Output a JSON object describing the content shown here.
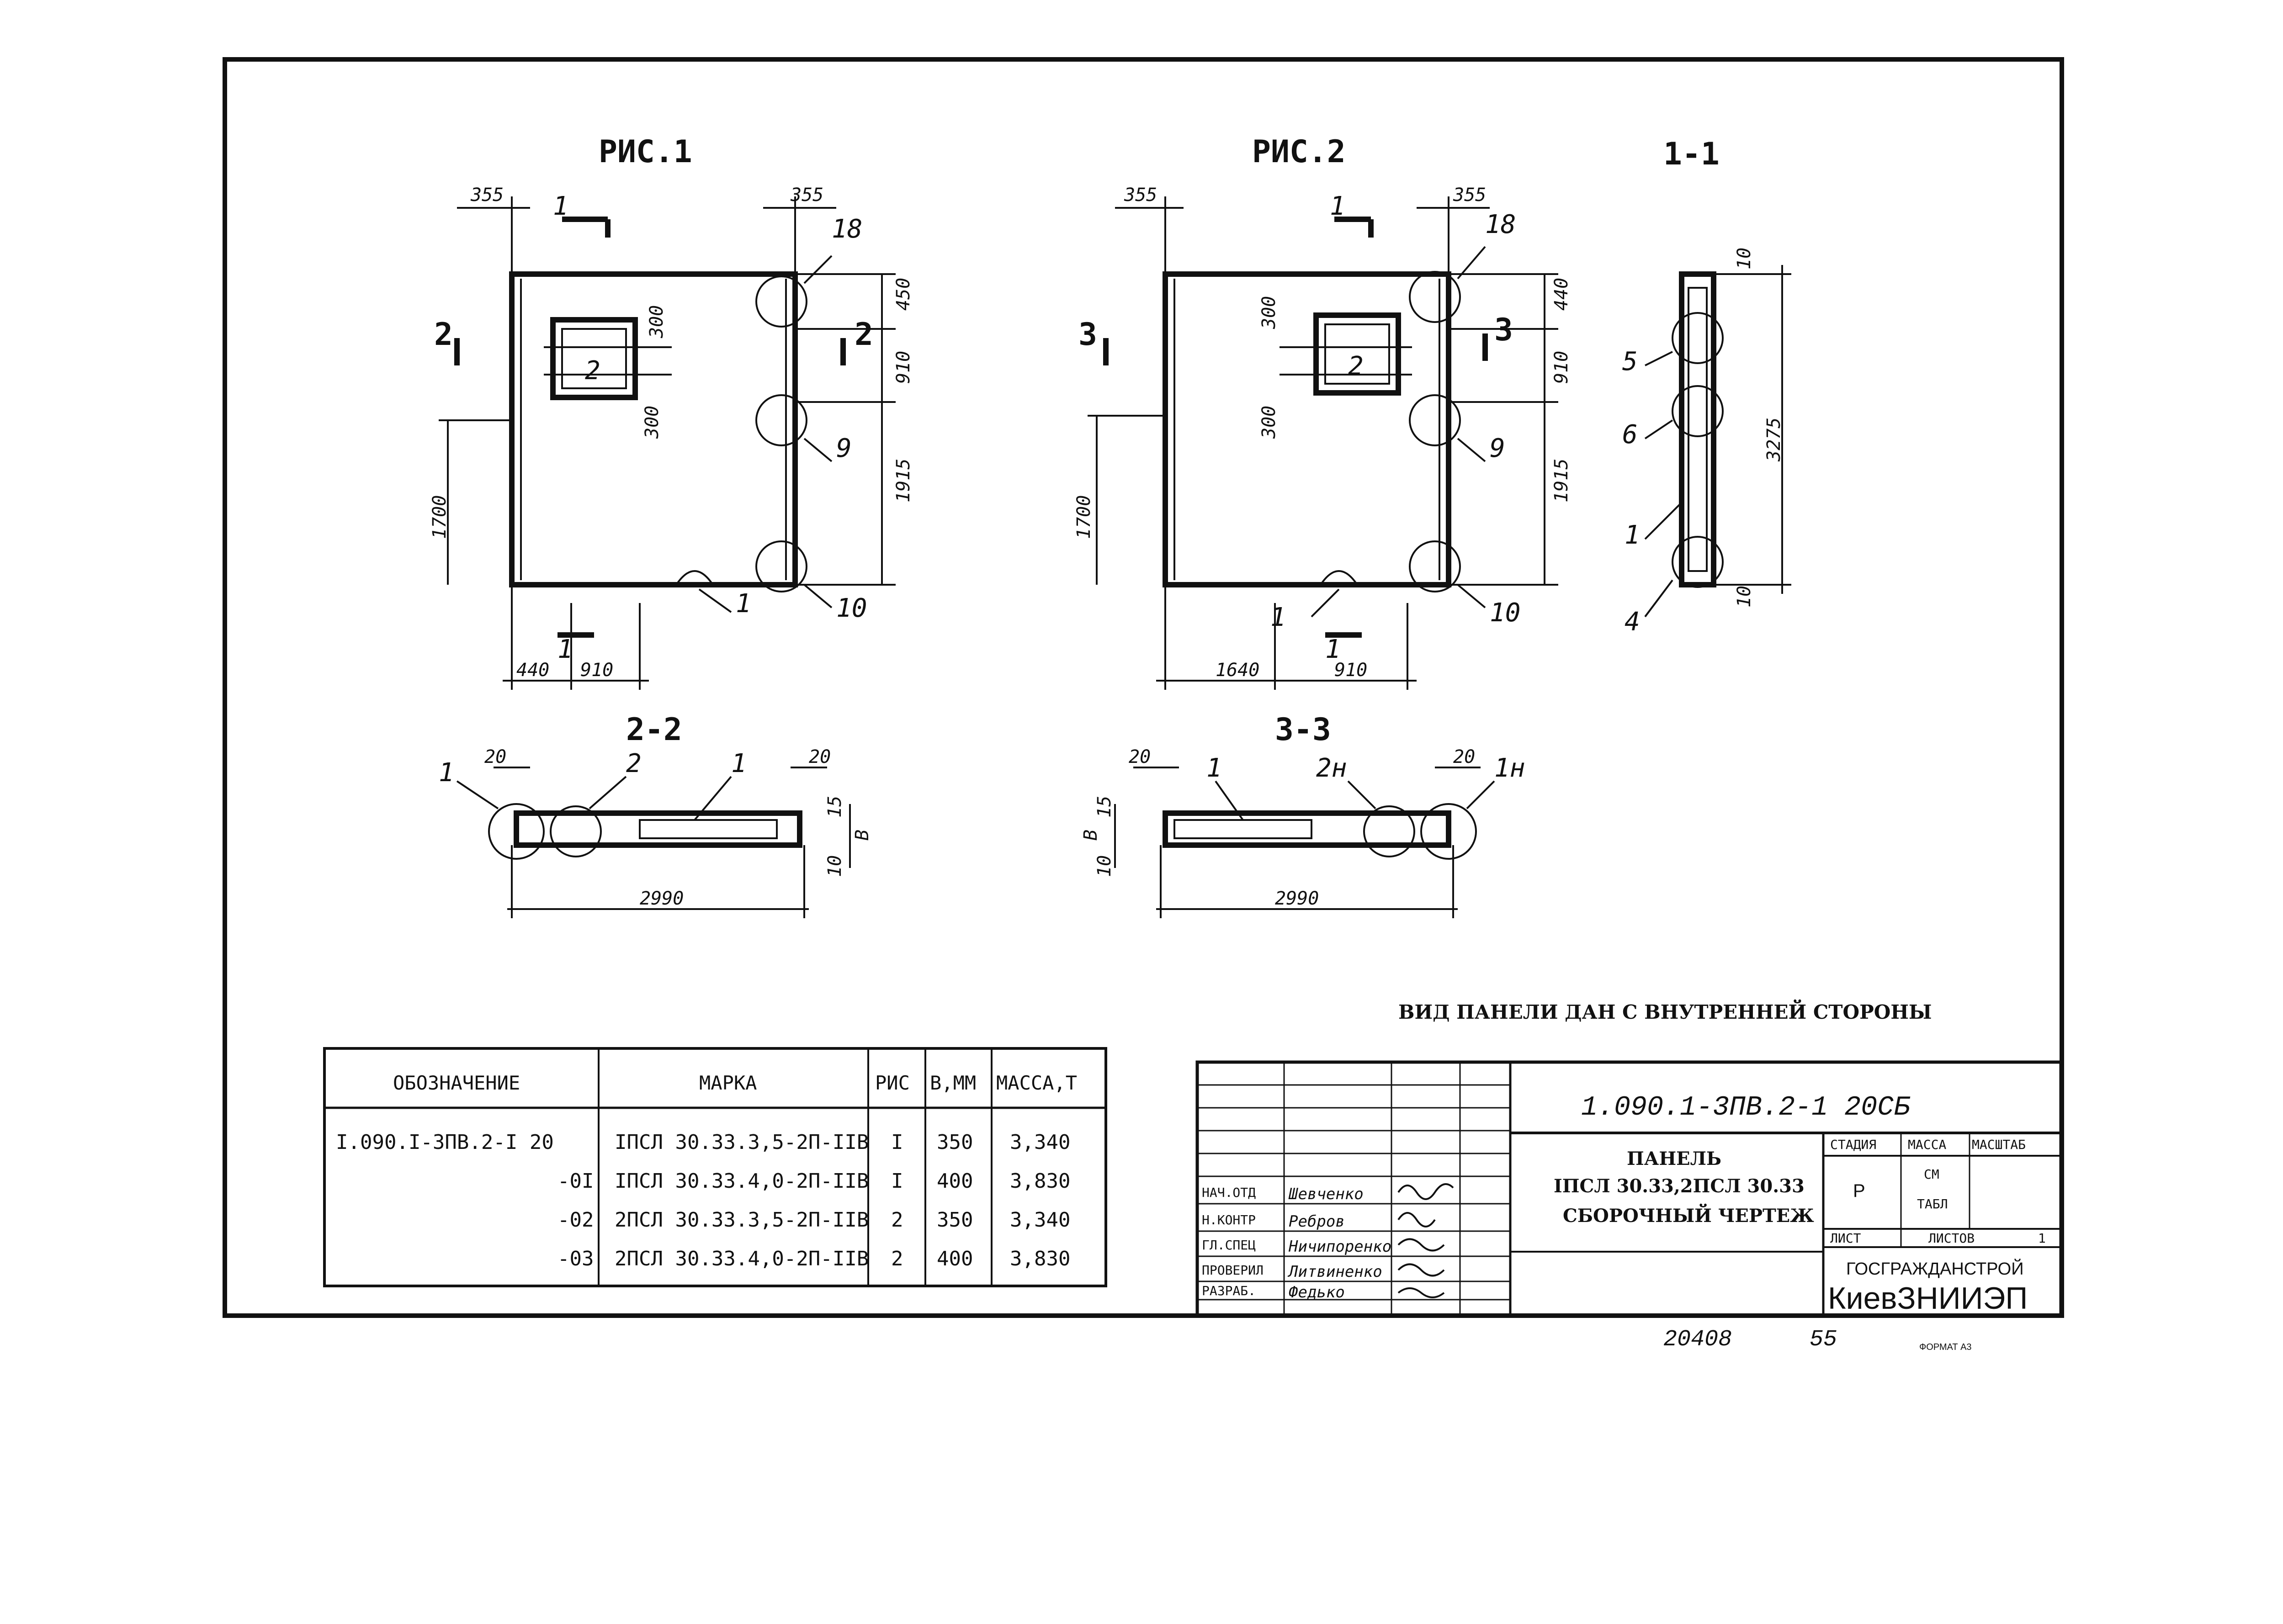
{
  "figures": {
    "fig1_title": "РИС.1",
    "fig2_title": "РИС.2",
    "sec11_title": "1-1",
    "sec22_title": "2-2",
    "sec33_title": "3-3"
  },
  "fig1": {
    "dim_top_left": "355",
    "dim_top_right": "355",
    "dim_h_left": "1700",
    "dim_bottom_1": "440",
    "dim_bottom_2": "910",
    "dim_r1": "450",
    "dim_r2": "910",
    "dim_r3": "1915",
    "dim_win_1": "300",
    "dim_win_2": "300",
    "cut_top": "1",
    "cut_bottom": "1",
    "cut_side": "2",
    "cut_side_r": "2",
    "win_label": "2",
    "call_18": "18",
    "call_9": "9",
    "call_10": "10",
    "call_1": "1"
  },
  "fig2": {
    "dim_top_left": "355",
    "dim_top_right": "355",
    "dim_h_left": "1700",
    "dim_bottom_1": "1640",
    "dim_bottom_2": "910",
    "dim_r1": "440",
    "dim_r2": "910",
    "dim_r3": "1915",
    "dim_win_1": "300",
    "dim_win_2": "300",
    "cut_top": "1",
    "cut_bottom": "1",
    "cut_side": "3",
    "cut_side_r": "3",
    "win_label": "2",
    "call_18": "18",
    "call_9": "9",
    "call_10": "10",
    "call_1": "1"
  },
  "sec11": {
    "dim_top": "10",
    "dim_total": "3275",
    "dim_bot": "10",
    "call_5": "5",
    "call_6": "6",
    "call_1": "1",
    "call_4": "4"
  },
  "sec22": {
    "dim_l": "20",
    "dim_r": "20",
    "dim_15": "15",
    "dim_b": "B",
    "dim_10": "10",
    "dim_len": "2990",
    "call_1a": "1",
    "call_2": "2",
    "call_1b": "1"
  },
  "sec33": {
    "dim_l": "20",
    "dim_r": "20",
    "dim_15": "15",
    "dim_b": "B",
    "dim_10": "10",
    "dim_len": "2990",
    "call_1": "1",
    "call_2n": "2н",
    "call_1n": "1н"
  },
  "note": "ВИД ПАНЕЛИ ДАН С ВНУТРЕННЕЙ СТОРОНЫ",
  "spec_table": {
    "headers": [
      "ОБОЗНАЧЕНИЕ",
      "МАРКА",
      "РИС",
      "B,ММ",
      "МАССА,Т"
    ],
    "rows": [
      [
        "I.090.I-3ПВ.2-I 20",
        "IПСЛ 30.33.3,5-2П-IIВ",
        "I",
        "350",
        "3,340"
      ],
      [
        "-0I",
        "IПСЛ 30.33.4,0-2П-IIВ",
        "I",
        "400",
        "3,830"
      ],
      [
        "-02",
        "2ПСЛ 30.33.3,5-2П-IIВ",
        "2",
        "350",
        "3,340"
      ],
      [
        "-03",
        "2ПСЛ 30.33.4,0-2П-IIВ",
        "2",
        "400",
        "3,830"
      ]
    ]
  },
  "stamp": {
    "code": "1.090.1-3ПВ.2-1  20СБ",
    "title_1": "ПАНЕЛЬ",
    "title_2": "IПСЛ 30.33,2ПСЛ 30.33",
    "title_3": "СБОРОЧНЫЙ ЧЕРТЕЖ",
    "stage_h": "СТАДИЯ",
    "mass_h": "МАССА",
    "scale_h": "МАСШТАБ",
    "stage_v": "Р",
    "mass_v1": "СМ",
    "mass_v2": "ТАБЛ",
    "sheet_h": "ЛИСТ",
    "sheets_h": "ЛИСТОВ",
    "sheets_v": "1",
    "org_1": "ГОСГРАЖДАНСТРОЙ",
    "org_2": "КиевЗНИИЭП",
    "roles": [
      {
        "role": "НАЧ.ОТД",
        "name": "Шевченко"
      },
      {
        "role": "Н.КОНТР",
        "name": "Ребров"
      },
      {
        "role": "ГЛ.СПЕЦ",
        "name": "Ничипоренко"
      },
      {
        "role": "ПРОВЕРИЛ",
        "name": "Литвиненко"
      },
      {
        "role": "РАЗРАБ.",
        "name": "Федько"
      }
    ]
  },
  "footer": {
    "inv": "20408",
    "page": "55",
    "format": "ФОРМАТ А3"
  }
}
